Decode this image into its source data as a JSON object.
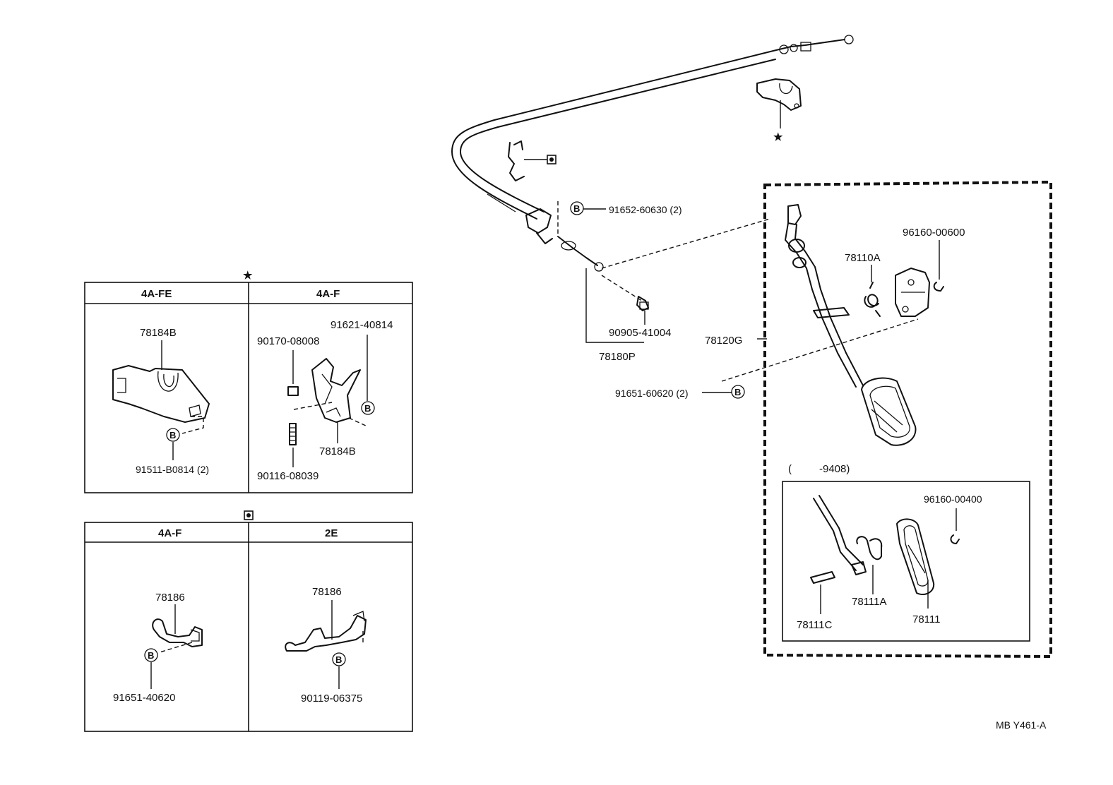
{
  "symbols": {
    "star": "★",
    "white_diamond": "white-diamond-box",
    "bolt_marker": "B"
  },
  "main": {
    "labels": {
      "p_91652_60630": "91652-60630 (2)",
      "p_90905_41004": "90905-41004",
      "p_78180P": "78180P",
      "p_91651_60620": "91651-60620 (2)",
      "p_78120G": "78120G",
      "p_78110A": "78110A",
      "p_96160_00600": "96160-00600"
    }
  },
  "star_table": {
    "columns": [
      {
        "header": "4A-FE",
        "labels": [
          "78184B",
          "91511-B0814 (2)"
        ]
      },
      {
        "header": "4A-F",
        "labels": [
          "91621-40814",
          "90170-08008",
          "78184B",
          "90116-08039"
        ]
      }
    ]
  },
  "diamond_table": {
    "columns": [
      {
        "header": "4A-F",
        "labels": [
          "78186",
          "91651-40620"
        ]
      },
      {
        "header": "2E",
        "labels": [
          "78186",
          "90119-06375"
        ]
      }
    ]
  },
  "inset": {
    "range_open": "(",
    "range_text": "-9408)",
    "labels": {
      "p_96160_00400": "96160-00400",
      "p_78111A": "78111A",
      "p_78111C": "78111C",
      "p_78111": "78111"
    }
  },
  "footer": {
    "code": "MB  Y461-A"
  }
}
